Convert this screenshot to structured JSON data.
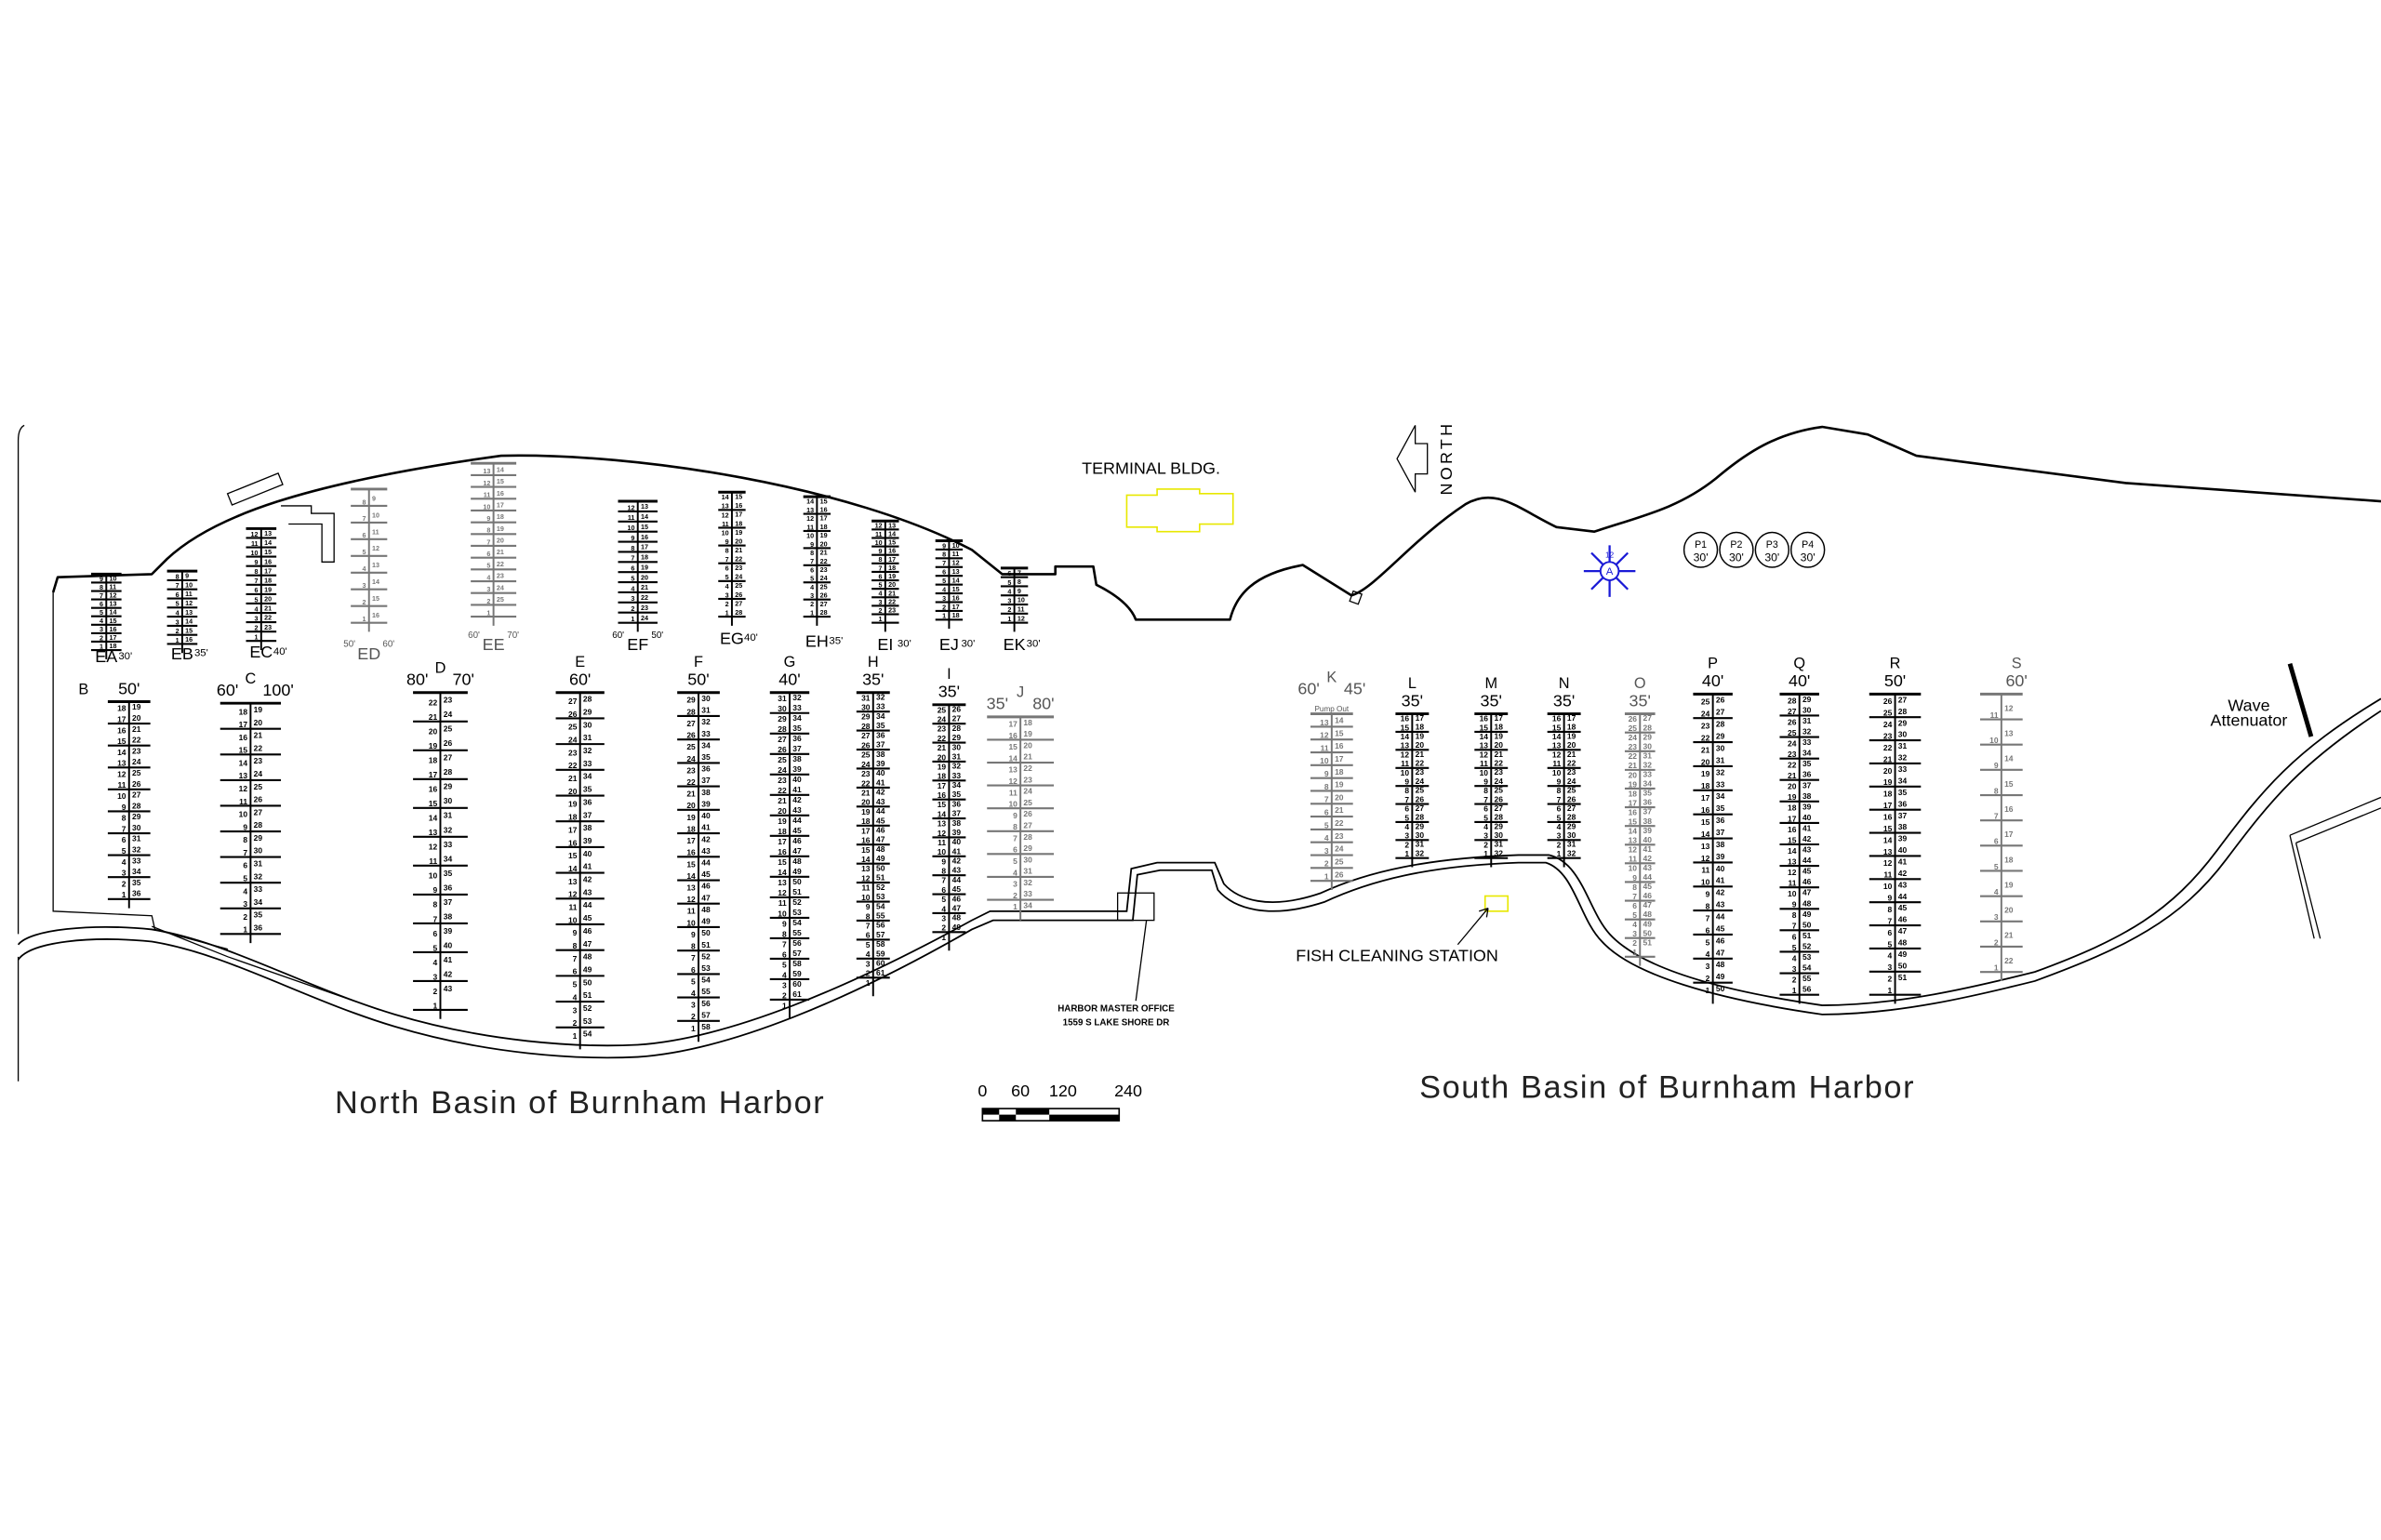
{
  "titles": {
    "north": "North Basin of Burnham Harbor",
    "south": "South Basin of Burnham Harbor"
  },
  "terminal_bldg": "TERMINAL BLDG.",
  "north_arrow": "NORTH",
  "harbor_master": {
    "line1": "HARBOR MASTER OFFICE",
    "line2": "1559 S LAKE SHORE DR"
  },
  "fish_cleaning": "FISH CLEANING STATION",
  "wave_attenuator": {
    "line1": "Wave",
    "line2": "Attenuator"
  },
  "pump_out": "Pump Out",
  "compass": {
    "letter": "A",
    "number": "12",
    "color": "#1a1ad6"
  },
  "highlight_color": "#e8e800",
  "scale_bar": {
    "labels": [
      "0",
      "60",
      "120",
      "240"
    ]
  },
  "moorings": [
    {
      "id": "P1",
      "size": "30'"
    },
    {
      "id": "P2",
      "size": "30'"
    },
    {
      "id": "P3",
      "size": "30'"
    },
    {
      "id": "P4",
      "size": "30'"
    }
  ],
  "docks": [
    {
      "id": "EA",
      "sizes": [
        "30'"
      ],
      "slips": 18
    },
    {
      "id": "EB",
      "sizes": [
        "35'"
      ],
      "slips": 16
    },
    {
      "id": "EC",
      "sizes": [
        "40'"
      ],
      "slips": 23
    },
    {
      "id": "ED",
      "sizes": [
        "50'",
        "60'"
      ],
      "slips": 16
    },
    {
      "id": "EE",
      "sizes": [
        "60'",
        "70'"
      ],
      "slips": 25
    },
    {
      "id": "EF",
      "sizes": [
        "60'",
        "50'"
      ],
      "slips": 24
    },
    {
      "id": "EG",
      "sizes": [
        "40'"
      ],
      "slips": 28
    },
    {
      "id": "EH",
      "sizes": [
        "35'"
      ],
      "slips": 28
    },
    {
      "id": "EI",
      "sizes": [
        "30'"
      ],
      "slips": 23
    },
    {
      "id": "EJ",
      "sizes": [
        "30'"
      ],
      "slips": 18
    },
    {
      "id": "EK",
      "sizes": [
        "30'"
      ],
      "slips": 12
    },
    {
      "id": "B",
      "sizes": [
        "50'"
      ],
      "slips": 36
    },
    {
      "id": "C",
      "sizes": [
        "60'",
        "100'"
      ],
      "slips": 36
    },
    {
      "id": "D",
      "sizes": [
        "80'",
        "70'"
      ],
      "slips": 43
    },
    {
      "id": "E",
      "sizes": [
        "60'"
      ],
      "slips": 54
    },
    {
      "id": "F",
      "sizes": [
        "50'"
      ],
      "slips": 58
    },
    {
      "id": "G",
      "sizes": [
        "40'"
      ],
      "slips": 61
    },
    {
      "id": "H",
      "sizes": [
        "35'"
      ],
      "slips": 61
    },
    {
      "id": "I",
      "sizes": [
        "35'"
      ],
      "slips": 49
    },
    {
      "id": "J",
      "sizes": [
        "35'",
        "80'"
      ],
      "slips": 34
    },
    {
      "id": "K",
      "sizes": [
        "60'",
        "45'"
      ],
      "slips": 26
    },
    {
      "id": "L",
      "sizes": [
        "35'"
      ],
      "slips": 32
    },
    {
      "id": "M",
      "sizes": [
        "35'"
      ],
      "slips": 32
    },
    {
      "id": "N",
      "sizes": [
        "35'"
      ],
      "slips": 32
    },
    {
      "id": "O",
      "sizes": [
        "35'"
      ],
      "slips": 51
    },
    {
      "id": "P",
      "sizes": [
        "40'"
      ],
      "slips": 50
    },
    {
      "id": "Q",
      "sizes": [
        "40'"
      ],
      "slips": 56
    },
    {
      "id": "R",
      "sizes": [
        "50'"
      ],
      "slips": 51
    },
    {
      "id": "S",
      "sizes": [
        "60'"
      ],
      "slips": 22
    }
  ]
}
